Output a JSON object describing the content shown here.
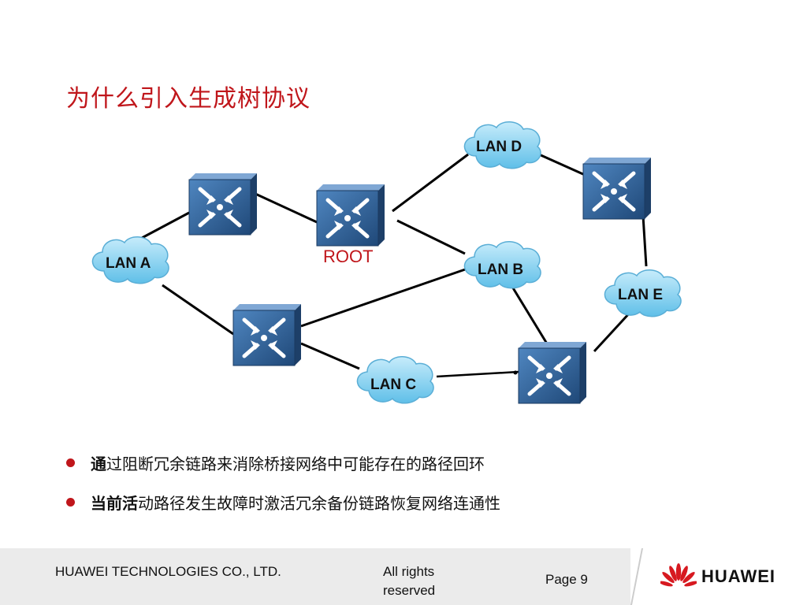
{
  "slide": {
    "title": "为什么引入生成树协议"
  },
  "diagram": {
    "lans": {
      "a": "LAN A",
      "b": "LAN B",
      "c": "LAN C",
      "d": "LAN D",
      "e": "LAN E"
    },
    "root_label": "ROOT",
    "colors": {
      "switch": "#2e5f96",
      "cloud": "#8fd3f2",
      "link": "#000000",
      "root_text": "#c0161b"
    }
  },
  "bullets": [
    {
      "bold": "通",
      "text": "过阻断冗余链路来消除桥接网络中可能存在的路径回环"
    },
    {
      "bold": "当前活",
      "text": "动路径发生故障时激活冗余备份链路恢复网络连通性"
    }
  ],
  "footer": {
    "company": "HUAWEI TECHNOLOGIES CO., LTD.",
    "rights": "All rights reserved",
    "page": "Page 9",
    "logo_text": "HUAWEI"
  },
  "accent_color": "#c0161b"
}
